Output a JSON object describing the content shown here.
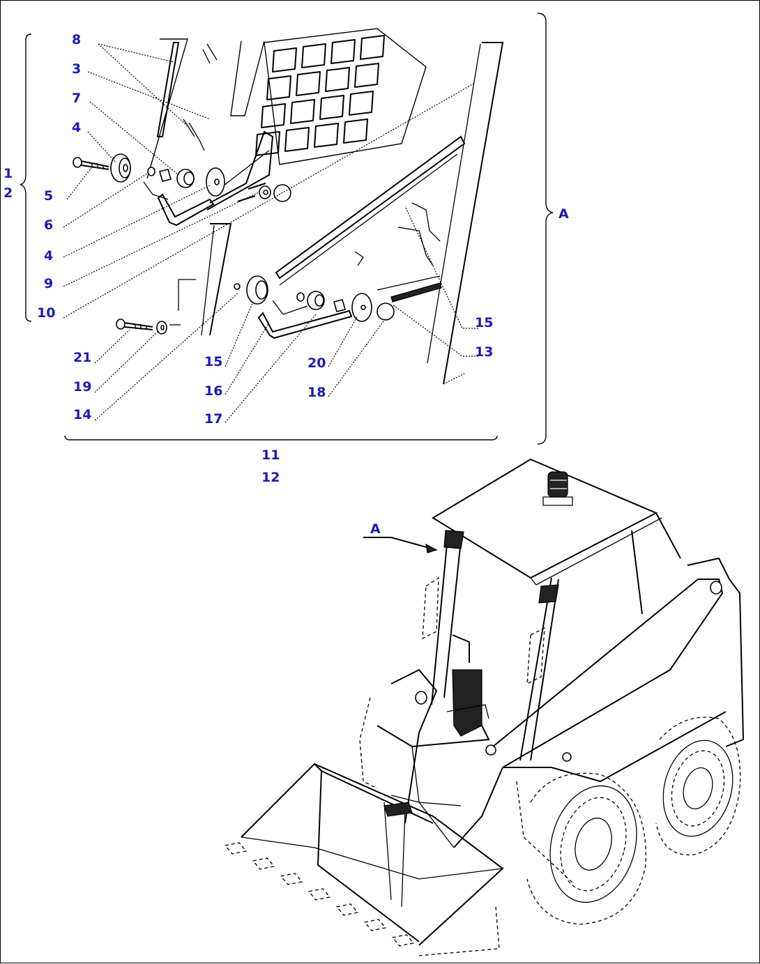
{
  "callouts": {
    "c1": "1",
    "c2": "2",
    "c3": "3",
    "c4a": "4",
    "c4b": "4",
    "c5": "5",
    "c6": "6",
    "c7": "7",
    "c8": "8",
    "c9": "9",
    "c10": "10",
    "c11": "11",
    "c12": "12",
    "c13": "13",
    "c14": "14",
    "c15a": "15",
    "c15b": "15",
    "c16": "16",
    "c17": "17",
    "c18": "18",
    "c19": "19",
    "c20": "20",
    "c21": "21",
    "detail_a": "A",
    "view_a": "A"
  }
}
